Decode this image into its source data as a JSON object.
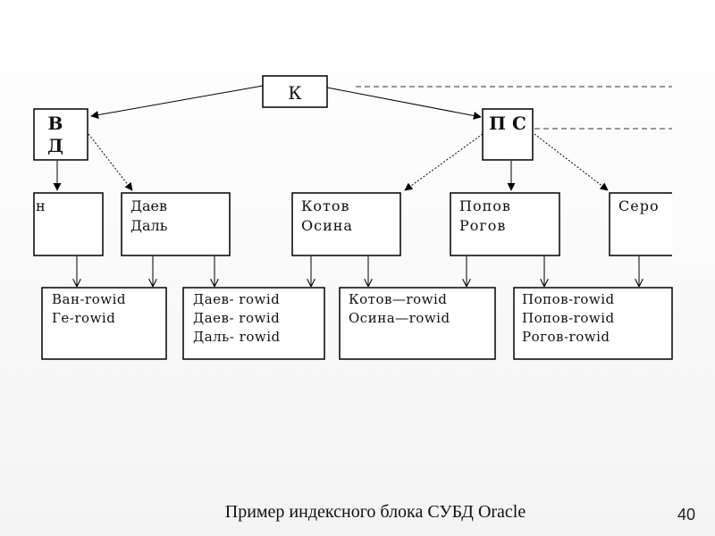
{
  "nodes": {
    "root": {
      "lines": [
        "К"
      ]
    },
    "left_inner": {
      "lines": [
        "В",
        "Д"
      ]
    },
    "right_inner": {
      "lines": [
        "П С"
      ]
    },
    "leaf1": {
      "lines": [
        "н"
      ]
    },
    "leaf2": {
      "lines": [
        "Даев",
        "Даль"
      ]
    },
    "leaf3": {
      "lines": [
        "Котов",
        "Осина"
      ]
    },
    "leaf4": {
      "lines": [
        "Попов",
        "Рогов"
      ]
    },
    "leaf5": {
      "lines": [
        "Серо"
      ]
    },
    "block1": {
      "lines": [
        "Ван-rowid",
        "Ге-rowid"
      ]
    },
    "block2": {
      "lines": [
        "Даев- rowid",
        "Даев- rowid",
        "Даль- rowid"
      ]
    },
    "block3": {
      "lines": [
        "Котов—rowid",
        "Осина—rowid"
      ]
    },
    "block4": {
      "lines": [
        "Попов-rowid",
        "Попов-rowid",
        "Рогов-rowid"
      ]
    }
  },
  "caption": "Пример индексного блока СУБД Oracle",
  "page_number": "40"
}
